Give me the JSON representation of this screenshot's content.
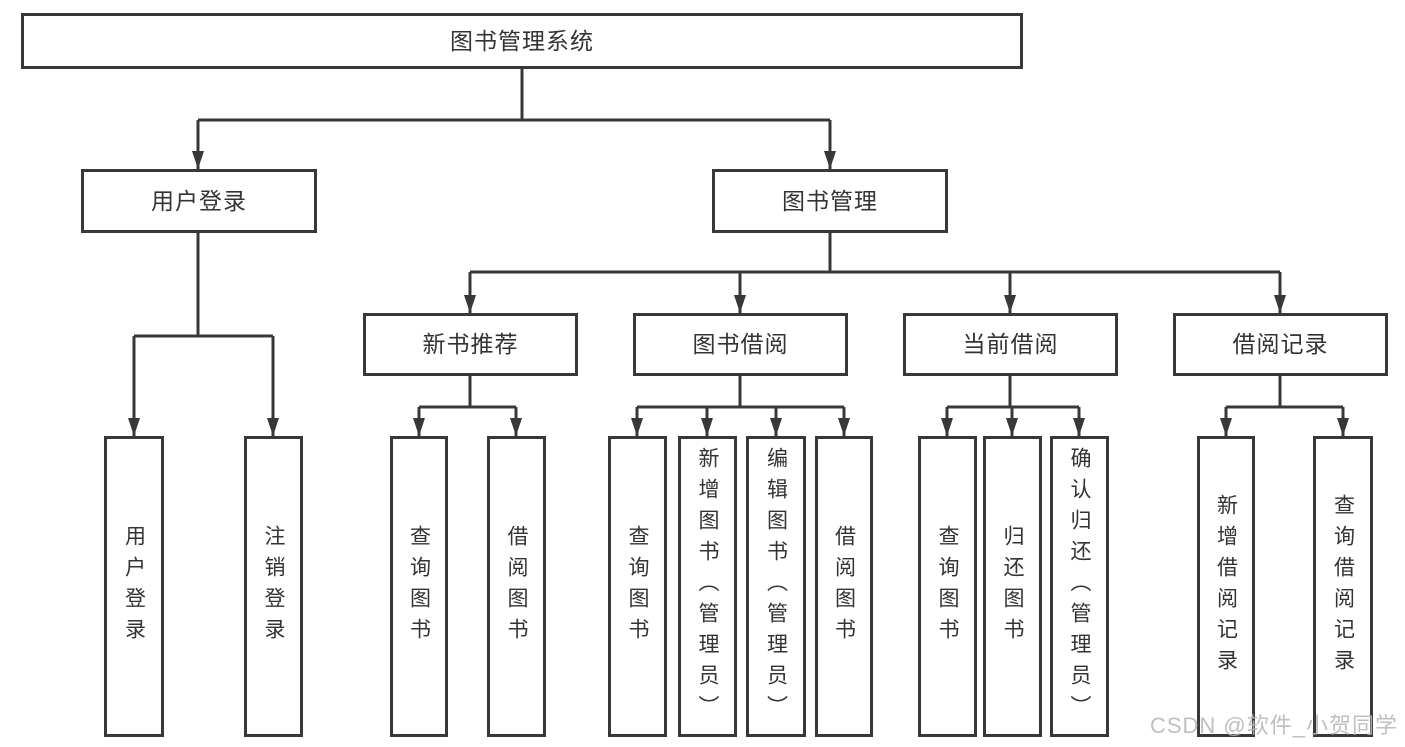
{
  "tree": {
    "root": "图书管理系统",
    "branches": [
      {
        "label": "用户登录",
        "leaves": [
          "用户登录",
          "注销登录"
        ]
      },
      {
        "label": "图书管理",
        "sections": [
          {
            "label": "新书推荐",
            "leaves": [
              "查询图书",
              "借阅图书"
            ]
          },
          {
            "label": "图书借阅",
            "leaves": [
              "查询图书",
              "新增图书（管理员）",
              "编辑图书（管理员）",
              "借阅图书"
            ]
          },
          {
            "label": "当前借阅",
            "leaves": [
              "查询图书",
              "归还图书",
              "确认归还（管理员）"
            ]
          },
          {
            "label": "借阅记录",
            "leaves": [
              "新增借阅记录",
              "查询借阅记录"
            ]
          }
        ]
      }
    ]
  },
  "watermark": "CSDN @软件_小贺同学",
  "colors": {
    "line": "#383838",
    "text": "#333333",
    "watermark": "#b6b6b6",
    "background": "#ffffff"
  }
}
